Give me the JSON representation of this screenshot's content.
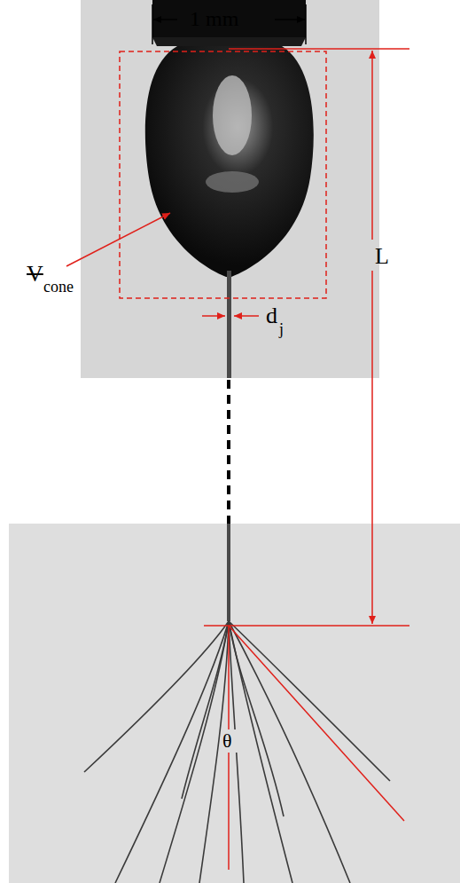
{
  "diagram": {
    "labels": [
      "1 mm",
      "L",
      "V",
      "cone",
      "d",
      "j",
      "θ"
    ]
  }
}
